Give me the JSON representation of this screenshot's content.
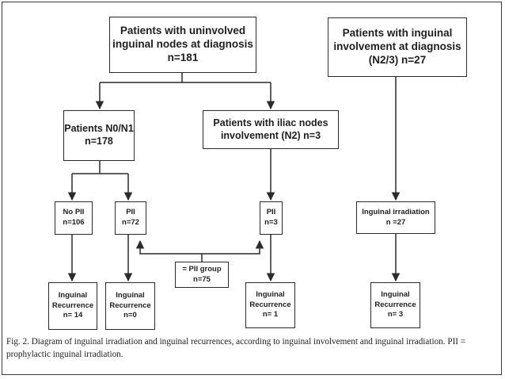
{
  "diagram": {
    "nodes": {
      "uninvolved": {
        "lines": [
          "Patients with uninvolved",
          "inguinal nodes at diagnosis",
          "n=181"
        ]
      },
      "inguinal_involvement": {
        "lines": [
          "Patients with inguinal",
          "involvement at diagnosis",
          "(N2/3) n=27"
        ]
      },
      "n0n1": {
        "lines": [
          "Patients N0/N1",
          "n=178"
        ]
      },
      "iliac": {
        "lines": [
          "Patients with iliac  nodes",
          "involvement (N2) n=3"
        ]
      },
      "no_pii": {
        "lines": [
          "No PII",
          "n=106"
        ]
      },
      "pii_72": {
        "lines": [
          "PII",
          "n=72"
        ]
      },
      "pii_3": {
        "lines": [
          "PII",
          "n=3"
        ]
      },
      "inguinal_irradiation": {
        "lines": [
          "Inguinal irradiation",
          "n =27"
        ]
      },
      "pii_group": {
        "lines": [
          "= PII  group",
          "n=75"
        ]
      },
      "rec_14": {
        "lines": [
          "Inguinal",
          "Recurrence",
          "n= 14"
        ]
      },
      "rec_0": {
        "lines": [
          "Inguinal",
          "Recurrence",
          "n=0"
        ]
      },
      "rec_1": {
        "lines": [
          "Inguinal",
          "Recurrence",
          "n= 1"
        ]
      },
      "rec_3": {
        "lines": [
          "Inguinal",
          "Recurrence",
          "n= 3"
        ]
      }
    },
    "caption": "Fig. 2.  Diagram of inguinal irradiation and inguinal recurrences, according to inguinal involvement and inguinal irradiation. PII = prophylactic inguinal irradiation."
  }
}
